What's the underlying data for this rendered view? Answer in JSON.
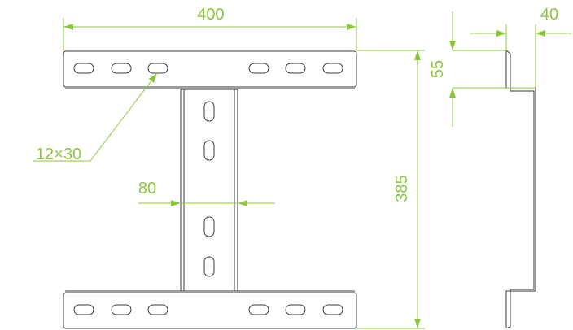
{
  "dimensions": {
    "width_total": "400",
    "side_width": "40",
    "flange_height": "55",
    "total_height": "385",
    "web_width": "80",
    "slot_size": "12×30"
  },
  "colors": {
    "dimension": "#8cc63f",
    "outline": "#3a3a3a",
    "background": "#ffffff"
  }
}
